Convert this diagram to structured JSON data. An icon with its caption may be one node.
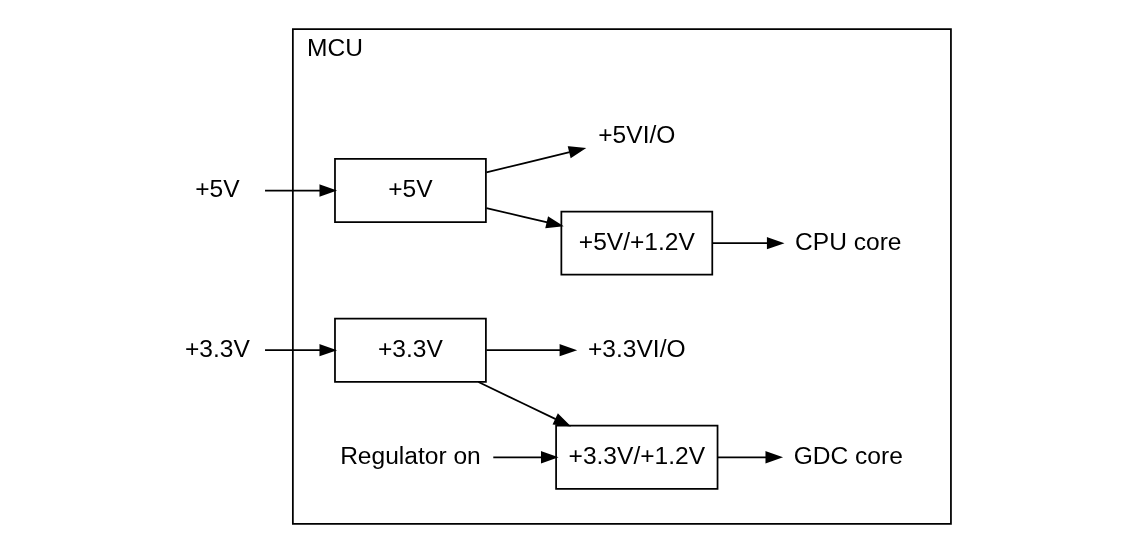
{
  "diagram": {
    "nodes": [
      {
        "text": [
          "MCU"
        ]
      },
      {
        "text": [
          "+5V"
        ]
      },
      {
        "text": [
          "+5V"
        ],
        "in": 0
      },
      {
        "text": [
          "+5V/+1.2V"
        ],
        "in": 0
      },
      {
        "text": [
          "CPU core"
        ],
        "in": 0
      },
      {
        "text": [
          "+5VI/O"
        ],
        "in": 0
      },
      {
        "text": [
          "+3.3V"
        ]
      },
      {
        "text": [
          "+3.3V"
        ],
        "in": 0
      },
      {
        "text": [
          "Regulator on"
        ],
        "in": 0
      },
      {
        "text": [
          "+3.3V/+1.2V"
        ],
        "in": 0
      },
      {
        "text": [
          "GDC core"
        ],
        "in": 0
      },
      {
        "text": [
          "+3.3VI/O"
        ],
        "in": 0
      }
    ],
    "edges": [
      {
        "from": 1,
        "to": 2,
        "arrow": "to"
      },
      {
        "from": 2,
        "to": 3,
        "arrow": "to"
      },
      {
        "from": 2,
        "to": 5,
        "arrow": "to"
      },
      {
        "from": 3,
        "to": 4,
        "arrow": "to"
      },
      {
        "from": 6,
        "to": 7,
        "arrow": "to"
      },
      {
        "from": 7,
        "to": 9,
        "arrow": "to"
      },
      {
        "from": 7,
        "to": 11,
        "arrow": "to"
      },
      {
        "from": 8,
        "to": 9,
        "arrow": "to"
      },
      {
        "from": 9,
        "to": 10,
        "arrow": "to"
      }
    ]
  }
}
